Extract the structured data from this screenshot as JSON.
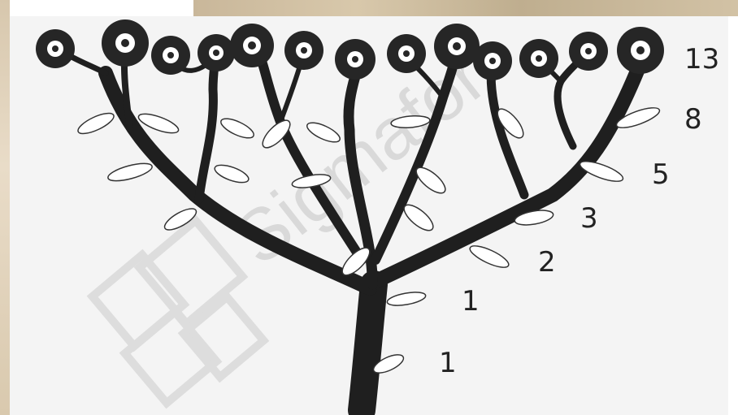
{
  "diagram": {
    "levels": [
      {
        "count_label": "13"
      },
      {
        "count_label": "8"
      },
      {
        "count_label": "5"
      },
      {
        "count_label": "3"
      },
      {
        "count_label": "2"
      },
      {
        "count_label": "1"
      },
      {
        "count_label": "1"
      }
    ],
    "watermark": "Sigmafor",
    "colors": {
      "background": "#f4f4f4",
      "trunk": "#1f1f1f",
      "ink": "#222222"
    }
  }
}
